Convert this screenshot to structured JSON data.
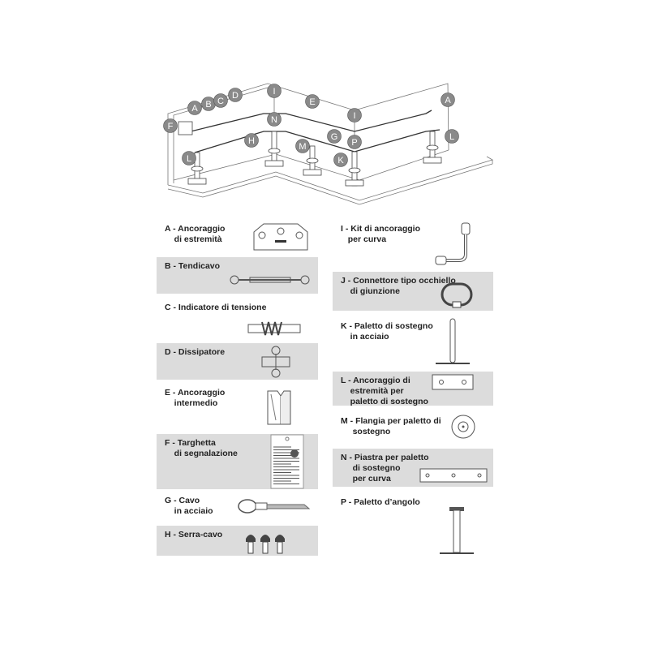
{
  "diagram": {
    "callouts": [
      "A",
      "B",
      "C",
      "D",
      "I",
      "E",
      "I",
      "A",
      "F",
      "N",
      "G",
      "P",
      "L",
      "H",
      "M",
      "L",
      "K"
    ]
  },
  "legend": {
    "left": [
      {
        "label": "A - Ancoraggio\n    di estremità"
      },
      {
        "label": "B - Tendicavo"
      },
      {
        "label": "C - Indicatore di tensione"
      },
      {
        "label": "D - Dissipatore"
      },
      {
        "label": "E - Ancoraggio\n    intermedio"
      },
      {
        "label": "F - Targhetta\n    di segnalazione"
      },
      {
        "label": "G - Cavo\n    in acciaio"
      },
      {
        "label": "H - Serra-cavo"
      }
    ],
    "right": [
      {
        "label": "I - Kit di ancoraggio\n   per curva"
      },
      {
        "label": "J - Connettore tipo occhiello\n    di giunzione"
      },
      {
        "label": "K - Paletto di sostegno\n    in acciaio"
      },
      {
        "label": "L - Ancoraggio di\n    estremità per\n    paletto di sostegno"
      },
      {
        "label": "M - Flangia per paletto di\n     sostegno"
      },
      {
        "label": "N - Piastra per paletto\n     di sostegno\n     per curva"
      },
      {
        "label": "P - Paletto d’angolo"
      }
    ]
  },
  "colors": {
    "panel": "#dcdcdc",
    "callout": "#8a8a8a"
  }
}
